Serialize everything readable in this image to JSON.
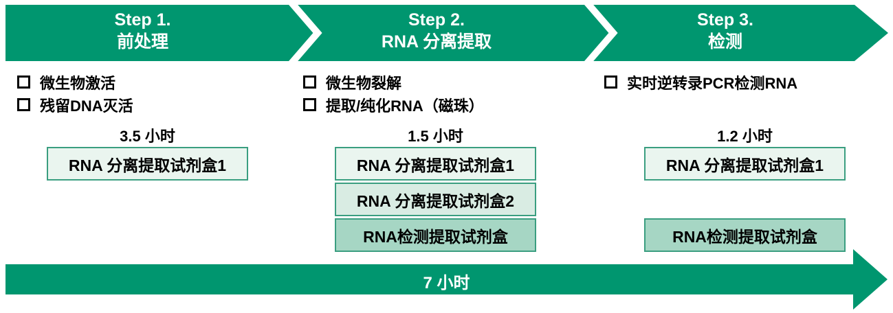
{
  "colors": {
    "brand_green": "#00966F",
    "kit_border": "#3A9E80",
    "kit_fill_light": "#EAF5EF",
    "kit_fill_medium": "#D9ECE3",
    "kit_fill_dark": "#A6D6C4",
    "text": "#000000",
    "banner_text": "#FFFFFF"
  },
  "steps": [
    {
      "title_line1": "Step 1.",
      "title_line2": "前处理",
      "checklist": [
        "微生物激活",
        "残留DNA灭活"
      ],
      "duration": "3.5 小时",
      "kits": [
        "RNA 分离提取试剂盒1"
      ]
    },
    {
      "title_line1": "Step 2.",
      "title_line2": "RNA 分离提取",
      "checklist": [
        "微生物裂解",
        "提取/纯化RNA（磁珠）"
      ],
      "duration": "1.5 小时",
      "kits": [
        "RNA 分离提取试剂盒1",
        "RNA 分离提取试剂盒2",
        "RNA检测提取试剂盒"
      ]
    },
    {
      "title_line1": "Step 3.",
      "title_line2": "检测",
      "checklist": [
        "实时逆转录PCR检测RNA"
      ],
      "duration": "1.2 小时",
      "kits": [
        "RNA 分离提取试剂盒1",
        "RNA检测提取试剂盒"
      ]
    }
  ],
  "total": {
    "duration": "7 小时"
  }
}
